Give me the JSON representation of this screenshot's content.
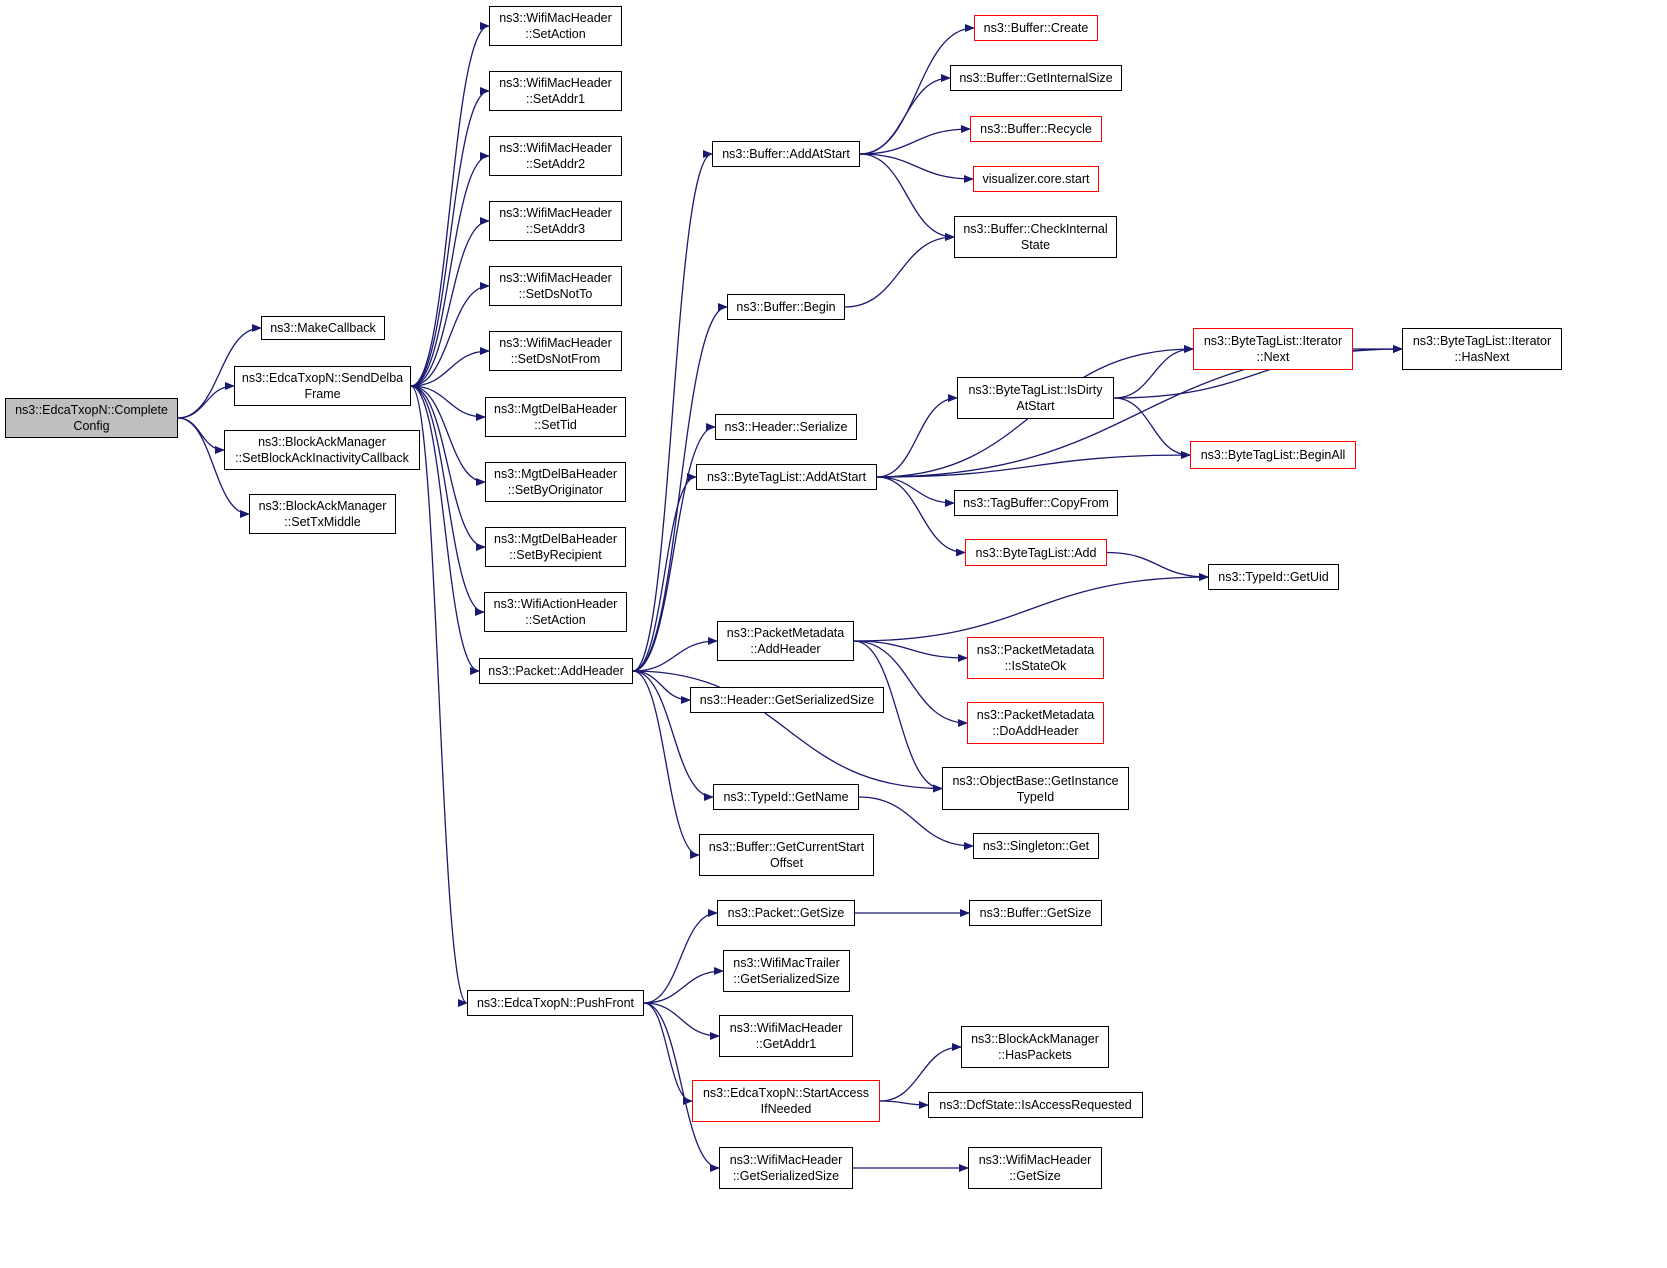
{
  "colors": {
    "edge": "#191970",
    "border": "#000000",
    "truncated_border": "#ff0000",
    "root_fill": "#bfbfbf"
  },
  "nodes": [
    {
      "id": "complete_config",
      "label": "ns3::EdcaTxopN::Complete\nConfig",
      "style": "root"
    },
    {
      "id": "make_callback",
      "label": "ns3::MakeCallback",
      "style": "normal"
    },
    {
      "id": "send_delba_frame",
      "label": "ns3::EdcaTxopN::SendDelba\nFrame",
      "style": "normal"
    },
    {
      "id": "set_blockack_inactivity_cb",
      "label": "ns3::BlockAckManager\n::SetBlockAckInactivityCallback",
      "style": "normal"
    },
    {
      "id": "set_tx_middle",
      "label": "ns3::BlockAckManager\n::SetTxMiddle",
      "style": "normal"
    },
    {
      "id": "wmh_set_action",
      "label": "ns3::WifiMacHeader\n::SetAction",
      "style": "normal"
    },
    {
      "id": "wmh_set_addr1",
      "label": "ns3::WifiMacHeader\n::SetAddr1",
      "style": "normal"
    },
    {
      "id": "wmh_set_addr2",
      "label": "ns3::WifiMacHeader\n::SetAddr2",
      "style": "normal"
    },
    {
      "id": "wmh_set_addr3",
      "label": "ns3::WifiMacHeader\n::SetAddr3",
      "style": "normal"
    },
    {
      "id": "wmh_set_ds_not_to",
      "label": "ns3::WifiMacHeader\n::SetDsNotTo",
      "style": "normal"
    },
    {
      "id": "wmh_set_ds_not_from",
      "label": "ns3::WifiMacHeader\n::SetDsNotFrom",
      "style": "normal"
    },
    {
      "id": "mdh_set_tid",
      "label": "ns3::MgtDelBaHeader\n::SetTid",
      "style": "normal"
    },
    {
      "id": "mdh_set_by_originator",
      "label": "ns3::MgtDelBaHeader\n::SetByOriginator",
      "style": "normal"
    },
    {
      "id": "mdh_set_by_recipient",
      "label": "ns3::MgtDelBaHeader\n::SetByRecipient",
      "style": "normal"
    },
    {
      "id": "wah_set_action",
      "label": "ns3::WifiActionHeader\n::SetAction",
      "style": "normal"
    },
    {
      "id": "packet_add_header",
      "label": "ns3::Packet::AddHeader",
      "style": "normal"
    },
    {
      "id": "edca_push_front",
      "label": "ns3::EdcaTxopN::PushFront",
      "style": "normal"
    },
    {
      "id": "buffer_add_at_start",
      "label": "ns3::Buffer::AddAtStart",
      "style": "normal"
    },
    {
      "id": "buffer_begin",
      "label": "ns3::Buffer::Begin",
      "style": "normal"
    },
    {
      "id": "header_serialize",
      "label": "ns3::Header::Serialize",
      "style": "normal"
    },
    {
      "id": "btl_add_at_start",
      "label": "ns3::ByteTagList::AddAtStart",
      "style": "normal"
    },
    {
      "id": "pm_add_header",
      "label": "ns3::PacketMetadata\n::AddHeader",
      "style": "normal"
    },
    {
      "id": "header_get_serialized_size",
      "label": "ns3::Header::GetSerializedSize",
      "style": "normal"
    },
    {
      "id": "typeid_get_name",
      "label": "ns3::TypeId::GetName",
      "style": "normal"
    },
    {
      "id": "buffer_get_current_start_offset",
      "label": "ns3::Buffer::GetCurrentStart\nOffset",
      "style": "normal"
    },
    {
      "id": "buffer_create",
      "label": "ns3::Buffer::Create",
      "style": "truncated"
    },
    {
      "id": "buffer_get_internal_size",
      "label": "ns3::Buffer::GetInternalSize",
      "style": "normal"
    },
    {
      "id": "buffer_recycle",
      "label": "ns3::Buffer::Recycle",
      "style": "truncated"
    },
    {
      "id": "visualizer_core_start",
      "label": "visualizer.core.start",
      "style": "truncated"
    },
    {
      "id": "buffer_check_internal_state",
      "label": "ns3::Buffer::CheckInternal\nState",
      "style": "normal"
    },
    {
      "id": "btl_is_dirty_at_start",
      "label": "ns3::ByteTagList::IsDirty\nAtStart",
      "style": "normal"
    },
    {
      "id": "btl_iterator_next",
      "label": "ns3::ByteTagList::Iterator\n::Next",
      "style": "truncated"
    },
    {
      "id": "btl_iterator_has_next",
      "label": "ns3::ByteTagList::Iterator\n::HasNext",
      "style": "normal"
    },
    {
      "id": "btl_begin_all",
      "label": "ns3::ByteTagList::BeginAll",
      "style": "truncated"
    },
    {
      "id": "tagbuffer_copy_from",
      "label": "ns3::TagBuffer::CopyFrom",
      "style": "normal"
    },
    {
      "id": "btl_add",
      "label": "ns3::ByteTagList::Add",
      "style": "truncated"
    },
    {
      "id": "typeid_get_uid",
      "label": "ns3::TypeId::GetUid",
      "style": "normal"
    },
    {
      "id": "pm_is_state_ok",
      "label": "ns3::PacketMetadata\n::IsStateOk",
      "style": "truncated"
    },
    {
      "id": "pm_do_add_header",
      "label": "ns3::PacketMetadata\n::DoAddHeader",
      "style": "truncated"
    },
    {
      "id": "objectbase_get_instance_typeid",
      "label": "ns3::ObjectBase::GetInstance\nTypeId",
      "style": "normal"
    },
    {
      "id": "singleton_get",
      "label": "ns3::Singleton::Get",
      "style": "normal"
    },
    {
      "id": "packet_get_size",
      "label": "ns3::Packet::GetSize",
      "style": "normal"
    },
    {
      "id": "buffer_get_size",
      "label": "ns3::Buffer::GetSize",
      "style": "normal"
    },
    {
      "id": "wmt_get_serialized_size",
      "label": "ns3::WifiMacTrailer\n::GetSerializedSize",
      "style": "normal"
    },
    {
      "id": "wmh_get_addr1",
      "label": "ns3::WifiMacHeader\n::GetAddr1",
      "style": "normal"
    },
    {
      "id": "edca_start_access_if_needed",
      "label": "ns3::EdcaTxopN::StartAccess\nIfNeeded",
      "style": "truncated"
    },
    {
      "id": "bam_has_packets",
      "label": "ns3::BlockAckManager\n::HasPackets",
      "style": "normal"
    },
    {
      "id": "dcfstate_is_access_requested",
      "label": "ns3::DcfState::IsAccessRequested",
      "style": "normal"
    },
    {
      "id": "wmh_get_serialized_size",
      "label": "ns3::WifiMacHeader\n::GetSerializedSize",
      "style": "normal"
    },
    {
      "id": "wmh_get_size",
      "label": "ns3::WifiMacHeader\n::GetSize",
      "style": "normal"
    }
  ],
  "edges": [
    {
      "from": "complete_config",
      "to": "make_callback"
    },
    {
      "from": "complete_config",
      "to": "send_delba_frame"
    },
    {
      "from": "complete_config",
      "to": "set_blockack_inactivity_cb"
    },
    {
      "from": "complete_config",
      "to": "set_tx_middle"
    },
    {
      "from": "send_delba_frame",
      "to": "wmh_set_action"
    },
    {
      "from": "send_delba_frame",
      "to": "wmh_set_addr1"
    },
    {
      "from": "send_delba_frame",
      "to": "wmh_set_addr2"
    },
    {
      "from": "send_delba_frame",
      "to": "wmh_set_addr3"
    },
    {
      "from": "send_delba_frame",
      "to": "wmh_set_ds_not_to"
    },
    {
      "from": "send_delba_frame",
      "to": "wmh_set_ds_not_from"
    },
    {
      "from": "send_delba_frame",
      "to": "mdh_set_tid"
    },
    {
      "from": "send_delba_frame",
      "to": "mdh_set_by_originator"
    },
    {
      "from": "send_delba_frame",
      "to": "mdh_set_by_recipient"
    },
    {
      "from": "send_delba_frame",
      "to": "wah_set_action"
    },
    {
      "from": "send_delba_frame",
      "to": "packet_add_header"
    },
    {
      "from": "send_delba_frame",
      "to": "edca_push_front"
    },
    {
      "from": "packet_add_header",
      "to": "buffer_add_at_start"
    },
    {
      "from": "packet_add_header",
      "to": "buffer_begin"
    },
    {
      "from": "packet_add_header",
      "to": "header_serialize"
    },
    {
      "from": "packet_add_header",
      "to": "btl_add_at_start"
    },
    {
      "from": "packet_add_header",
      "to": "pm_add_header"
    },
    {
      "from": "packet_add_header",
      "to": "header_get_serialized_size"
    },
    {
      "from": "packet_add_header",
      "to": "objectbase_get_instance_typeid"
    },
    {
      "from": "packet_add_header",
      "to": "typeid_get_name"
    },
    {
      "from": "packet_add_header",
      "to": "buffer_get_current_start_offset"
    },
    {
      "from": "buffer_add_at_start",
      "to": "buffer_create"
    },
    {
      "from": "buffer_add_at_start",
      "to": "buffer_get_internal_size"
    },
    {
      "from": "buffer_add_at_start",
      "to": "buffer_recycle"
    },
    {
      "from": "buffer_add_at_start",
      "to": "visualizer_core_start"
    },
    {
      "from": "buffer_add_at_start",
      "to": "buffer_check_internal_state"
    },
    {
      "from": "buffer_begin",
      "to": "buffer_check_internal_state"
    },
    {
      "from": "btl_add_at_start",
      "to": "btl_iterator_has_next"
    },
    {
      "from": "btl_add_at_start",
      "to": "btl_iterator_next"
    },
    {
      "from": "btl_add_at_start",
      "to": "btl_is_dirty_at_start"
    },
    {
      "from": "btl_add_at_start",
      "to": "btl_begin_all"
    },
    {
      "from": "btl_add_at_start",
      "to": "tagbuffer_copy_from"
    },
    {
      "from": "btl_add_at_start",
      "to": "btl_add"
    },
    {
      "from": "btl_is_dirty_at_start",
      "to": "btl_iterator_next"
    },
    {
      "from": "btl_is_dirty_at_start",
      "to": "btl_iterator_has_next"
    },
    {
      "from": "btl_is_dirty_at_start",
      "to": "btl_begin_all"
    },
    {
      "from": "btl_iterator_next",
      "to": "btl_iterator_has_next"
    },
    {
      "from": "btl_add",
      "to": "typeid_get_uid"
    },
    {
      "from": "pm_add_header",
      "to": "typeid_get_uid"
    },
    {
      "from": "pm_add_header",
      "to": "pm_is_state_ok"
    },
    {
      "from": "pm_add_header",
      "to": "pm_do_add_header"
    },
    {
      "from": "pm_add_header",
      "to": "objectbase_get_instance_typeid"
    },
    {
      "from": "typeid_get_name",
      "to": "singleton_get"
    },
    {
      "from": "edca_push_front",
      "to": "packet_get_size"
    },
    {
      "from": "edca_push_front",
      "to": "wmt_get_serialized_size"
    },
    {
      "from": "edca_push_front",
      "to": "wmh_get_addr1"
    },
    {
      "from": "edca_push_front",
      "to": "edca_start_access_if_needed"
    },
    {
      "from": "edca_push_front",
      "to": "wmh_get_serialized_size"
    },
    {
      "from": "packet_get_size",
      "to": "buffer_get_size"
    },
    {
      "from": "edca_start_access_if_needed",
      "to": "bam_has_packets"
    },
    {
      "from": "edca_start_access_if_needed",
      "to": "dcfstate_is_access_requested"
    },
    {
      "from": "wmh_get_serialized_size",
      "to": "wmh_get_size"
    }
  ]
}
